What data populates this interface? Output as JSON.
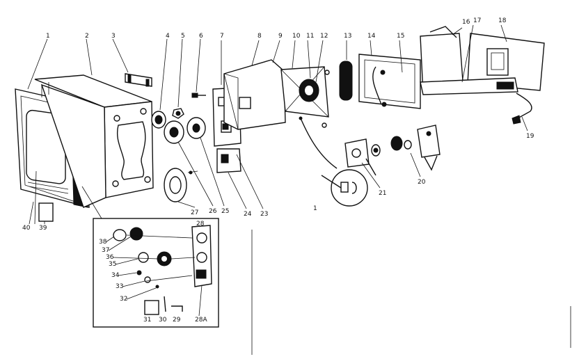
{
  "diagram": {
    "callouts": {
      "c1": "1",
      "c2": "2",
      "c3": "3",
      "c4": "4",
      "c5": "5",
      "c6": "6",
      "c7": "7",
      "c8": "8",
      "c9": "9",
      "c10": "10",
      "c11": "11",
      "c12": "12",
      "c13": "13",
      "c14": "14",
      "c15": "15",
      "c16": "16",
      "c17": "17",
      "c18": "18",
      "c19": "19",
      "c20": "20",
      "c21": "21",
      "c23": "23",
      "c24": "24",
      "c25": "25",
      "c26": "26",
      "c27": "27",
      "c28": "28",
      "c28a": "28A",
      "c29": "29",
      "c30": "30",
      "c31": "31",
      "c32": "32",
      "c33": "33",
      "c34": "34",
      "c35": "35",
      "c36": "36",
      "c37": "37",
      "c38": "38",
      "c39": "39",
      "c40": "40",
      "c1b": "1"
    }
  }
}
